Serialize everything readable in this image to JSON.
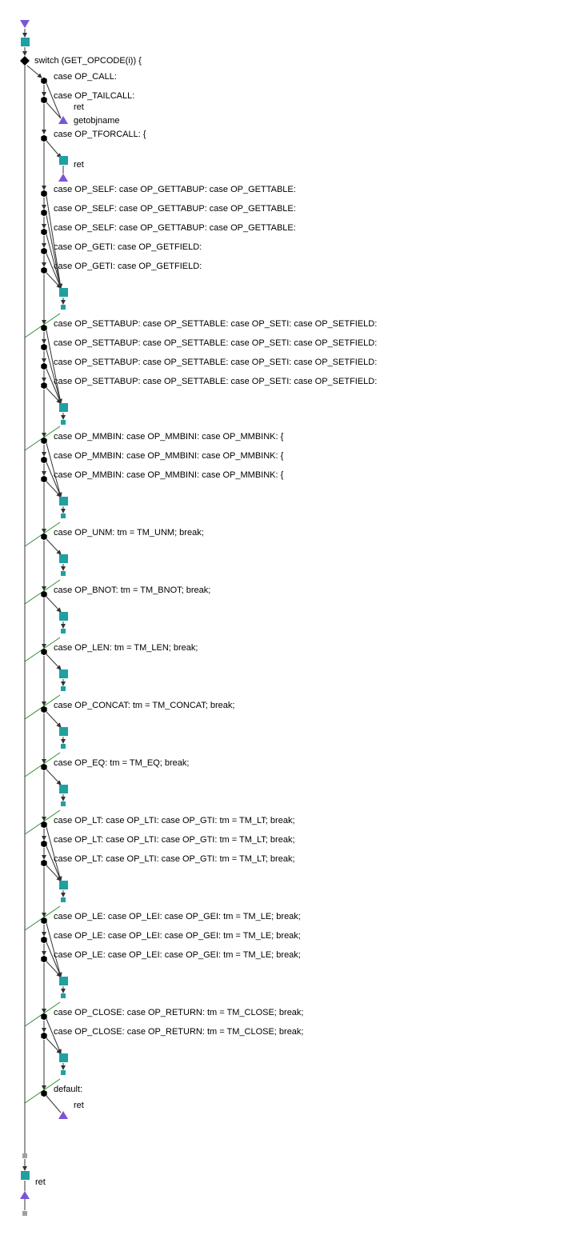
{
  "switch_label": "switch (GET_OPCODE(i)) {",
  "final_label": "ret",
  "colors": {
    "block": "#20a0a0",
    "terminal": "#7b55d6",
    "connector": "#a0a0a0",
    "node": "#000000",
    "edge": "#333333",
    "back_edge": "#2e8b2e"
  },
  "groups": [
    {
      "cases": [
        "case OP_CALL:",
        "case OP_TAILCALL:"
      ],
      "body": [
        "ret",
        "getobjname"
      ],
      "kind": "ret-inline"
    },
    {
      "cases": [
        "case OP_TFORCALL: {"
      ],
      "body": [
        "ret"
      ],
      "kind": "ret-block"
    },
    {
      "cases": [
        "case OP_SELF: case OP_GETTABUP: case OP_GETTABLE:",
        "case OP_SELF: case OP_GETTABUP: case OP_GETTABLE:",
        "case OP_SELF: case OP_GETTABUP: case OP_GETTABLE:",
        "case OP_GETI: case OP_GETFIELD:",
        "case OP_GETI: case OP_GETFIELD:"
      ],
      "kind": "merge"
    },
    {
      "cases": [
        "case OP_SETTABUP: case OP_SETTABLE: case OP_SETI: case OP_SETFIELD:",
        "case OP_SETTABUP: case OP_SETTABLE: case OP_SETI: case OP_SETFIELD:",
        "case OP_SETTABUP: case OP_SETTABLE: case OP_SETI: case OP_SETFIELD:",
        "case OP_SETTABUP: case OP_SETTABLE: case OP_SETI: case OP_SETFIELD:"
      ],
      "kind": "merge"
    },
    {
      "cases": [
        "case OP_MMBIN: case OP_MMBINI: case OP_MMBINK: {",
        "case OP_MMBIN: case OP_MMBINI: case OP_MMBINK: {",
        "case OP_MMBIN: case OP_MMBINI: case OP_MMBINK: {"
      ],
      "kind": "merge"
    },
    {
      "cases": [
        "case OP_UNM: tm = TM_UNM; break;"
      ],
      "kind": "merge"
    },
    {
      "cases": [
        "case OP_BNOT: tm = TM_BNOT; break;"
      ],
      "kind": "merge"
    },
    {
      "cases": [
        "case OP_LEN: tm = TM_LEN; break;"
      ],
      "kind": "merge"
    },
    {
      "cases": [
        "case OP_CONCAT: tm = TM_CONCAT; break;"
      ],
      "kind": "merge"
    },
    {
      "cases": [
        "case OP_EQ: tm = TM_EQ; break;"
      ],
      "kind": "merge"
    },
    {
      "cases": [
        "case OP_LT: case OP_LTI: case OP_GTI: tm = TM_LT; break;",
        "case OP_LT: case OP_LTI: case OP_GTI: tm = TM_LT; break;",
        "case OP_LT: case OP_LTI: case OP_GTI: tm = TM_LT; break;"
      ],
      "kind": "merge"
    },
    {
      "cases": [
        "case OP_LE: case OP_LEI: case OP_GEI: tm = TM_LE; break;",
        "case OP_LE: case OP_LEI: case OP_GEI: tm = TM_LE; break;",
        "case OP_LE: case OP_LEI: case OP_GEI: tm = TM_LE; break;"
      ],
      "kind": "merge"
    },
    {
      "cases": [
        "case OP_CLOSE: case OP_RETURN: tm = TM_CLOSE; break;",
        "case OP_CLOSE: case OP_RETURN: tm = TM_CLOSE; break;"
      ],
      "kind": "merge"
    },
    {
      "cases": [
        "default:"
      ],
      "body": [
        "ret"
      ],
      "kind": "ret-inline-last"
    }
  ]
}
